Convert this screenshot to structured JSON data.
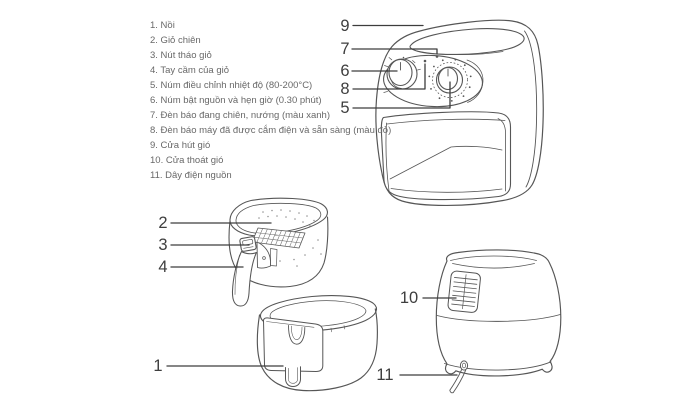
{
  "parts_list": {
    "items": [
      "1. Nồi",
      "2. Giỏ chiên",
      "3. Nút tháo giỏ",
      "4. Tay cầm của giỏ",
      "5. Núm điều chỉnh nhiệt độ (80-200°C)",
      "6. Núm bật nguồn và hẹn giờ (0.30 phút)",
      "7. Đèn báo đang chiên, nướng (màu xanh)",
      "8. Đèn báo máy đã được cắm điện và sẵn sàng (màu đỏ)",
      "9. Cửa hút gió",
      "10. Cửa thoát gió",
      "11. Dây điện nguồn"
    ]
  },
  "callouts": {
    "pot": "1",
    "fry_basket": "2",
    "basket_release": "3",
    "basket_handle": "4",
    "temp_knob": "5",
    "timer_knob": "6",
    "cook_light": "7",
    "power_light": "8",
    "air_inlet": "9",
    "air_outlet": "10",
    "power_cord": "11"
  },
  "colors": {
    "background": "#ffffff",
    "line_art": "#565656",
    "leader_line": "#3d3d3d",
    "list_text": "#686868",
    "callout_text": "#3e3e3e"
  }
}
